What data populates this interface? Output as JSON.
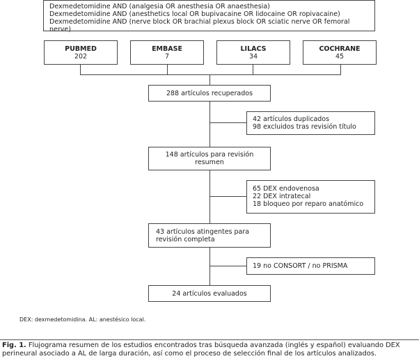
{
  "query": {
    "lines": [
      "Dexmedetomidine AND (analgesia OR anesthesia OR anaesthesia)",
      "Dexmedetomidine AND (anesthetics local OR bupivacaine OR lidocaine OR ropivacaine)",
      "Dexmedetomidine AND (nerve block OR brachial plexus block OR sciatic nerve OR femoral nerve)"
    ]
  },
  "databases": [
    {
      "name": "PUBMED",
      "count": "202"
    },
    {
      "name": "EMBASE",
      "count": "7"
    },
    {
      "name": "LILACS",
      "count": "34"
    },
    {
      "name": "COCHRANE",
      "count": "45"
    }
  ],
  "main": [
    "288 artículos recuperados",
    "148 artículos para revisión resumen",
    "43 artículos atingentes para revisión completa",
    "24 artículos evaluados"
  ],
  "excluded": [
    [
      "42 artículos duplicados",
      "98 excluidos tras revisión título"
    ],
    [
      "65 DEX endovenosa",
      "22 DEX intratecal",
      "18 bloqueo por reparo anatómico"
    ],
    [
      "19 no CONSORT / no PRISMA"
    ]
  ],
  "footnote": "DEX: dexmedetomidina. AL: anestésico local.",
  "caption": {
    "label": "Fig. 1.",
    "text": " Flujograma resumen de los estudios encontrados tras búsqueda avanzada (inglés y español) evaluando DEX perineural asociado a AL de larga duración, así como el proceso de selección final de los artículos analizados."
  }
}
